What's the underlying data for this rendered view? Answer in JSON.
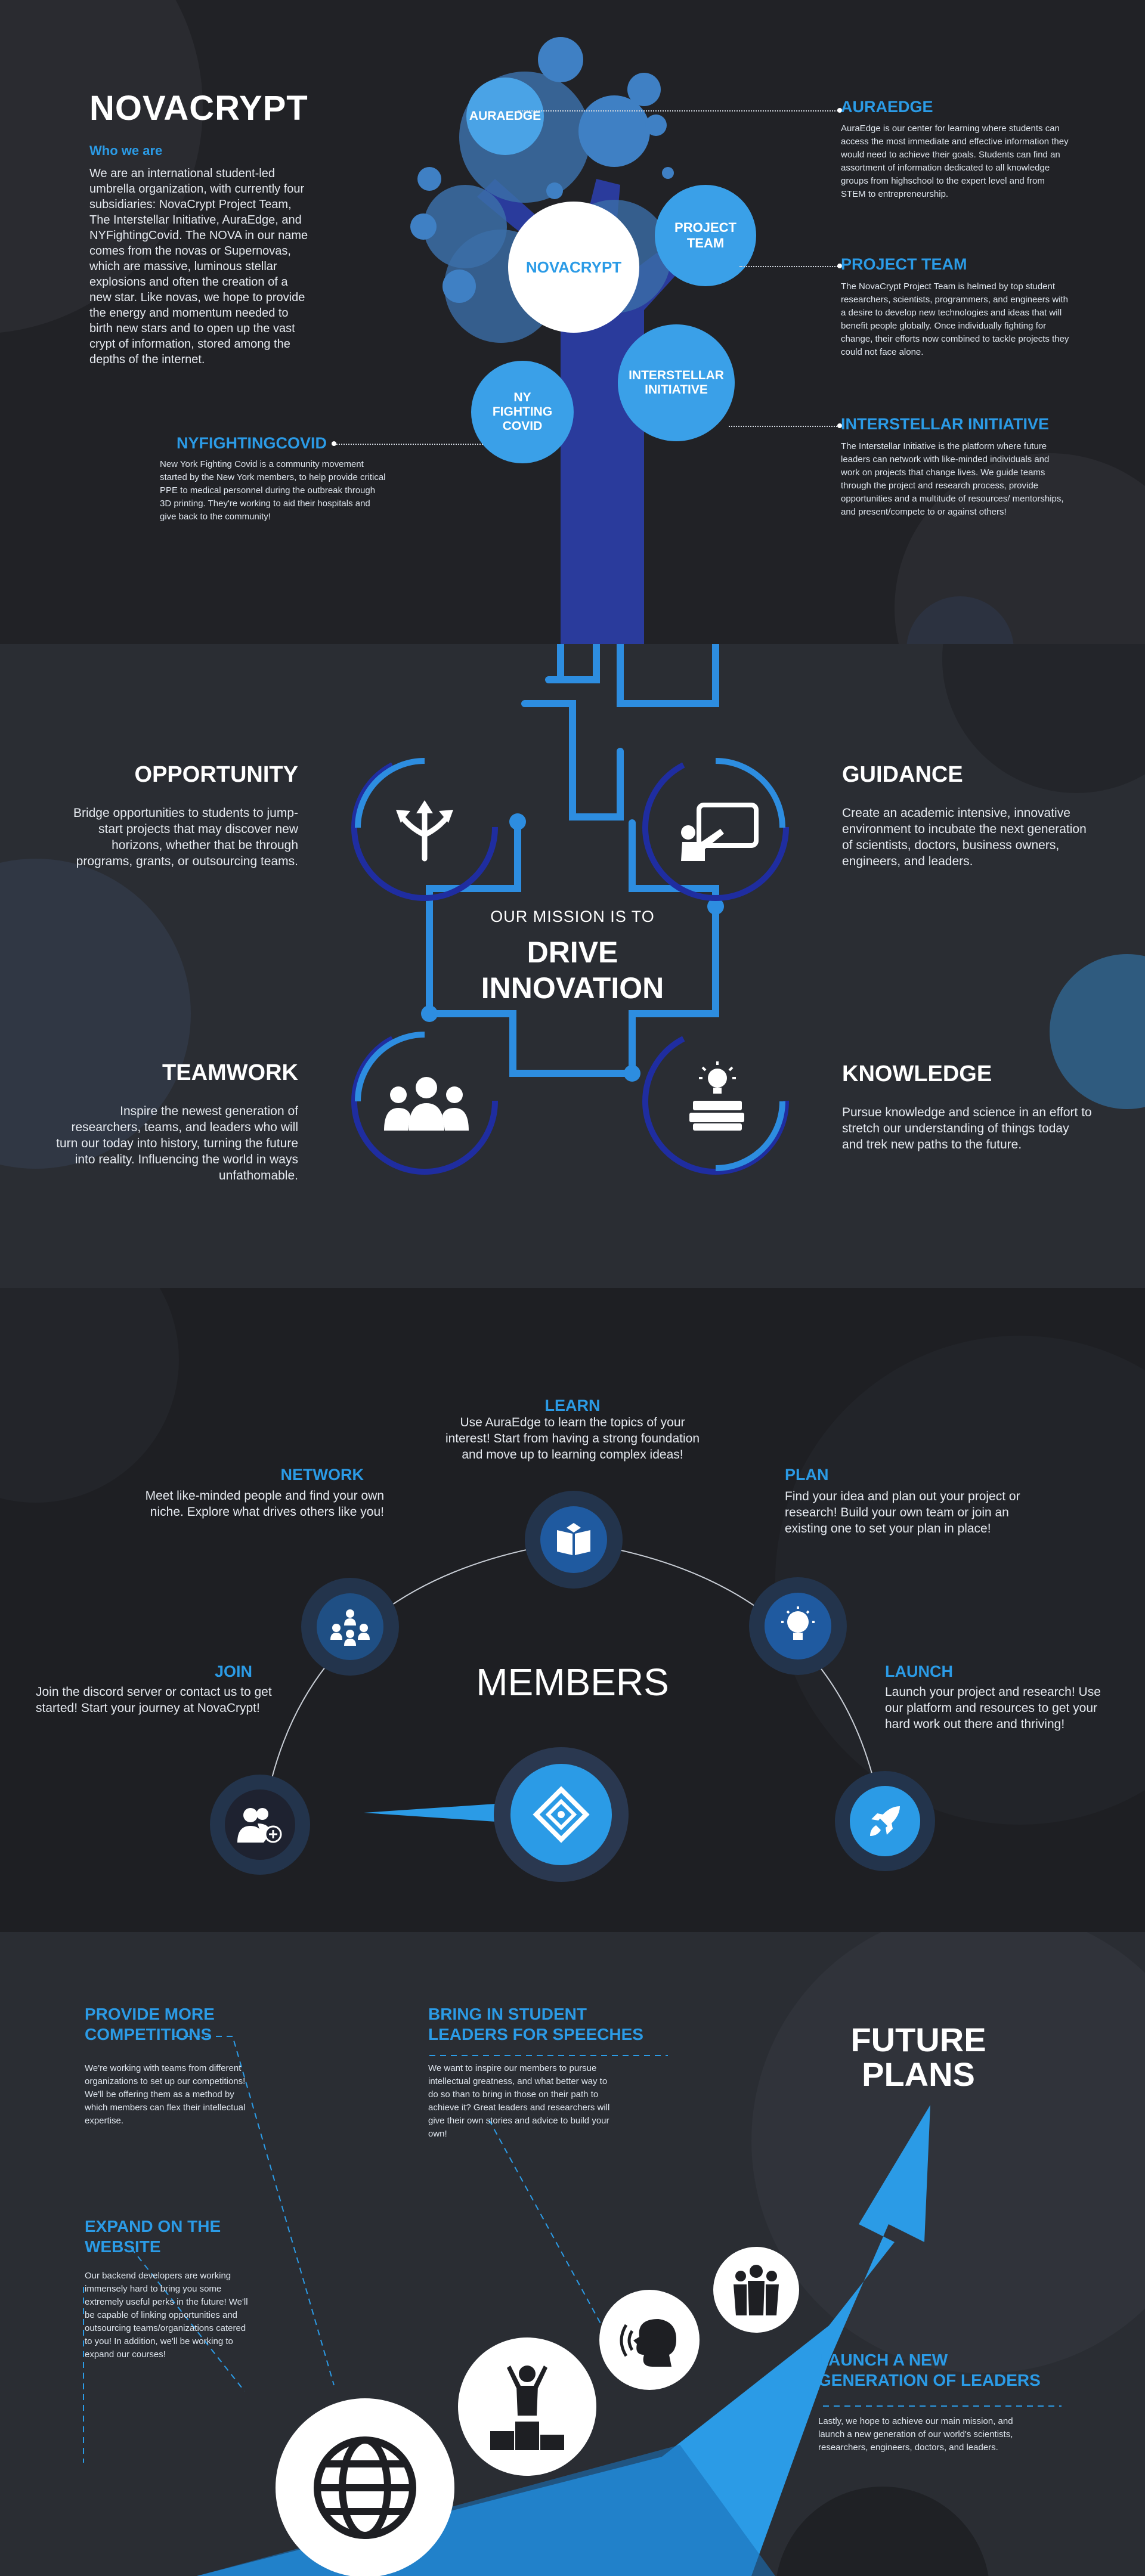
{
  "colors": {
    "accent": "#2b9be6",
    "bg_dark": "#1e1f23",
    "bg_mid": "#2a2d33",
    "tree": "#2a3b9c"
  },
  "about": {
    "title": "NOVACRYPT",
    "subtitle": "Who we are",
    "text": "We are an international student-led umbrella organization, with currently four subsidiaries: NovaCrypt Project Team, The Interstellar Initiative, AuraEdge, and NYFightingCovid. The NOVA in our name comes from the novas or Supernovas, which are massive, luminous stellar explosions and often the creation of a new star. Like novas, we hope to provide the energy and momentum needed to birth new stars and to open up the vast crypt of information, stored among the depths of the internet."
  },
  "tree": {
    "center": "NOVACRYPT",
    "auraedge": "AURAEDGE",
    "project": "PROJECT TEAM",
    "interstellar": "INTERSTELLAR INITIATIVE",
    "nyfc": "NY FIGHTING COVID"
  },
  "subsidiaries": [
    {
      "title": "AURAEDGE",
      "text": "AuraEdge is our center for learning where students can access the most immediate and effective information they would need to achieve their goals. Students can find an assortment of information dedicated to all knowledge groups from highschool to the expert level and from STEM to entrepreneurship."
    },
    {
      "title": "PROJECT TEAM",
      "text": "The NovaCrypt Project Team is helmed by top student researchers, scientists, programmers, and engineers with a desire to develop new technologies and ideas that will benefit people globally. Once individually fighting for change, their efforts now combined to tackle projects they could not face alone."
    },
    {
      "title": "INTERSTELLAR INITIATIVE",
      "text": "The Interstellar Initiative is the platform where future leaders can network with like-minded individuals and work on projects that change lives. We guide teams through the project and research process, provide opportunities and a multitude of resources/ mentorships, and present/compete to or against others!"
    },
    {
      "title": "NYFIGHTINGCOVID",
      "text": "New York Fighting Covid is a community movement started by the New York members, to help provide critical PPE to medical personnel during the outbreak through 3D printing. They're working to aid their hospitals and give back to the community!"
    }
  ],
  "mission": {
    "line1": "OUR MISSION IS TO",
    "line2": "DRIVE",
    "line3": "INNOVATION",
    "opportunity": {
      "title": "OPPORTUNITY",
      "text": "Bridge opportunities to students to jump-start projects that may discover new horizons, whether that be through programs, grants, or outsourcing teams."
    },
    "guidance": {
      "title": "GUIDANCE",
      "text": "Create an academic intensive, innovative environment to incubate the next generation of scientists, doctors, business owners, engineers, and leaders."
    },
    "teamwork": {
      "title": "TEAMWORK",
      "text": "Inspire the newest generation of researchers, teams, and leaders who will turn our today into history, turning the future into reality. Influencing the world in ways unfathomable."
    },
    "knowledge": {
      "title": "KNOWLEDGE",
      "text": "Pursue knowledge and science in an effort to stretch our understanding of things today and trek new paths to the future."
    }
  },
  "members": {
    "title": "MEMBERS",
    "learn": {
      "title": "LEARN",
      "text": "Use AuraEdge to learn the topics of your interest! Start from having a strong foundation and move up to learning complex ideas!"
    },
    "network": {
      "title": "NETWORK",
      "text": "Meet like-minded people and find your own niche. Explore what drives others like you!"
    },
    "plan": {
      "title": "PLAN",
      "text": "Find your idea and plan out your project or research! Build your own team or join an existing one to set your plan in place!"
    },
    "join": {
      "title": "JOIN",
      "text": "Join the discord server or contact us to get started! Start your journey at NovaCrypt!"
    },
    "launch": {
      "title": "LAUNCH",
      "text": "Launch your project and research! Use our platform and resources to get your hard work out there and thriving!"
    }
  },
  "future": {
    "title1": "FUTURE",
    "title2": "PLANS",
    "competitions": {
      "title1": "PROVIDE MORE",
      "title2": "COMPETITIONS",
      "text": "We're working with teams from different organizations to set up our competitions! We'll be offering them as a method by which members can flex their intellectual expertise."
    },
    "speeches": {
      "title1": "BRING IN STUDENT",
      "title2": "LEADERS FOR SPEECHES",
      "text": "We want to inspire our members to pursue intellectual greatness, and what better way to do so than to bring in those on their path to achieve it? Great leaders and researchers will give their own stories and advice to build your own!"
    },
    "website": {
      "title1": "EXPAND ON THE",
      "title2": "WEBSITE",
      "text": "Our backend developers are working immensely hard to bring you some extremely useful perks in the future! We'll be capable of linking opportunities and outsourcing teams/organizations catered to you! In addition, we'll be working to expand our courses!"
    },
    "leaders": {
      "title1": "LAUNCH A NEW",
      "title2": "GENERATION OF LEADERS",
      "text": "Lastly, we hope to achieve our main mission, and launch a new generation of our world's scientists, researchers, engineers, doctors, and leaders."
    }
  }
}
